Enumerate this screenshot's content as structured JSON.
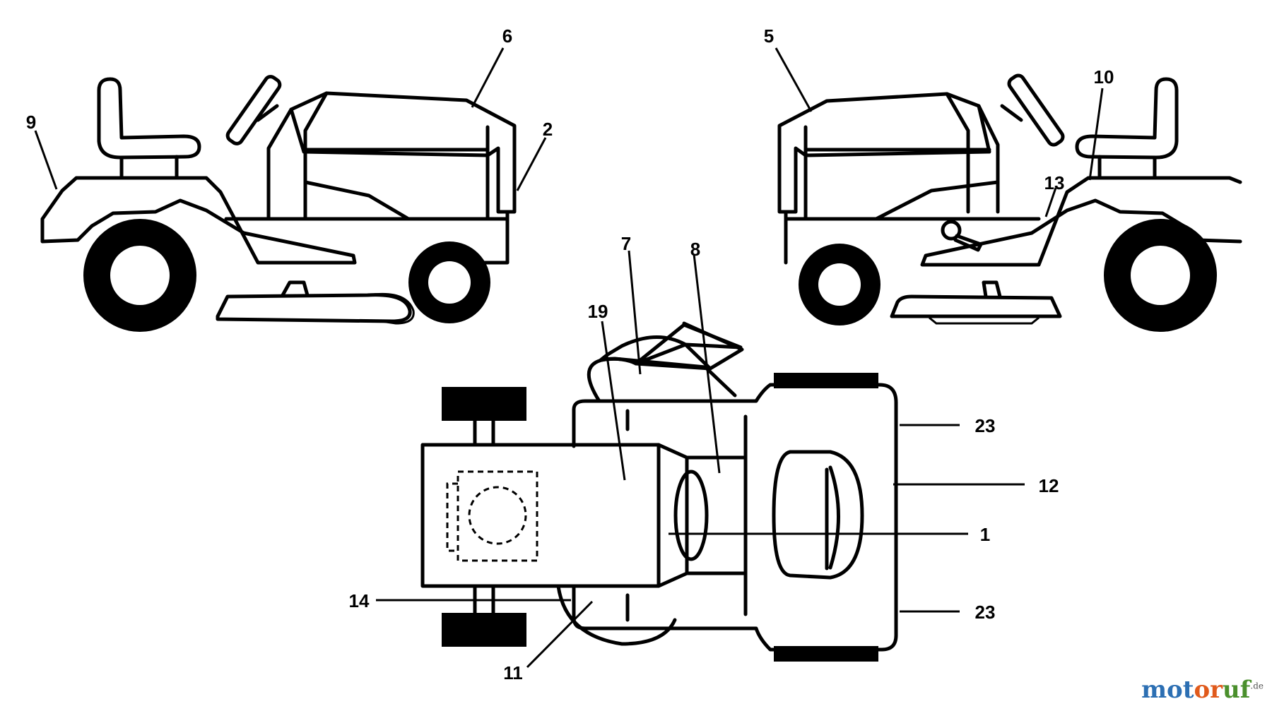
{
  "labels": {
    "l1": "1",
    "l2": "2",
    "l5": "5",
    "l6": "6",
    "l7": "7",
    "l8": "8",
    "l9": "9",
    "l10": "10",
    "l11": "11",
    "l12": "12",
    "l13": "13",
    "l14": "14",
    "l19": "19",
    "l23a": "23",
    "l23b": "23"
  },
  "watermark": {
    "part1": "mot",
    "part2": "or",
    "part3": "uf",
    "suffix": ".de"
  }
}
